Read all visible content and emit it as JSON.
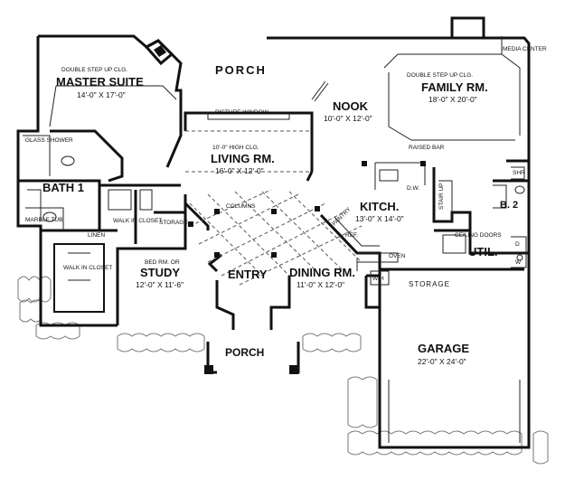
{
  "rooms": {
    "porch_top": "PORCH",
    "master_suite": {
      "note": "DOUBLE STEP UP CLG.",
      "name": "MASTER SUITE",
      "dim": "14'-0\" X 17'-0\""
    },
    "glass_shower": "GLASS SHOWER",
    "bath1": "BATH 1",
    "marble_tub": "MARBLE TUB",
    "linen": "LINEN",
    "walk_in_closet_top": "WALK IN CLOSET",
    "walk_in_closet_bottom": "WALK IN CLOSET",
    "storage_left": "STORAGE",
    "picture_window": "PICTURE WINDOW",
    "living": {
      "note": "10'-0\" HIGH CLG.",
      "name": "LIVING RM.",
      "dim": "16'-0\" X 12'-0\""
    },
    "columns": "COLUMNS",
    "nook": {
      "name": "NOOK",
      "dim": "10'-0\" X 12'-0\""
    },
    "family": {
      "note": "DOUBLE STEP UP CLG.",
      "name": "FAMILY RM.",
      "dim": "18'-0\" X 20'-0\""
    },
    "media_center": "MEDIA CENTER",
    "raised_bar": "RAISED BAR",
    "dw": "D.W.",
    "kitchen": {
      "name": "KITCH.",
      "dim": "13'-0\" X 14'-0\""
    },
    "pantry": "PANTRY",
    "ref": "REF.",
    "oven": "OVEN",
    "stair_up": "STAIR UP",
    "shr": "SHR",
    "b2": "B. 2",
    "ceiling_doors": "CEILING DOORS",
    "util": "UTIL.",
    "study": {
      "note": "BED RM. OR",
      "name": "STUDY",
      "dim": "12'-0\" X 11'-6\""
    },
    "entry": "ENTRY",
    "dining": {
      "name": "DINING RM.",
      "dim": "11'-0\" X 12'-0\""
    },
    "wh": "W/H",
    "storage_right": "STORAGE",
    "porch_front": "PORCH",
    "garage": {
      "name": "GARAGE",
      "dim": "22'-0\" X 24'-0\""
    },
    "d": "D",
    "w": "W"
  }
}
